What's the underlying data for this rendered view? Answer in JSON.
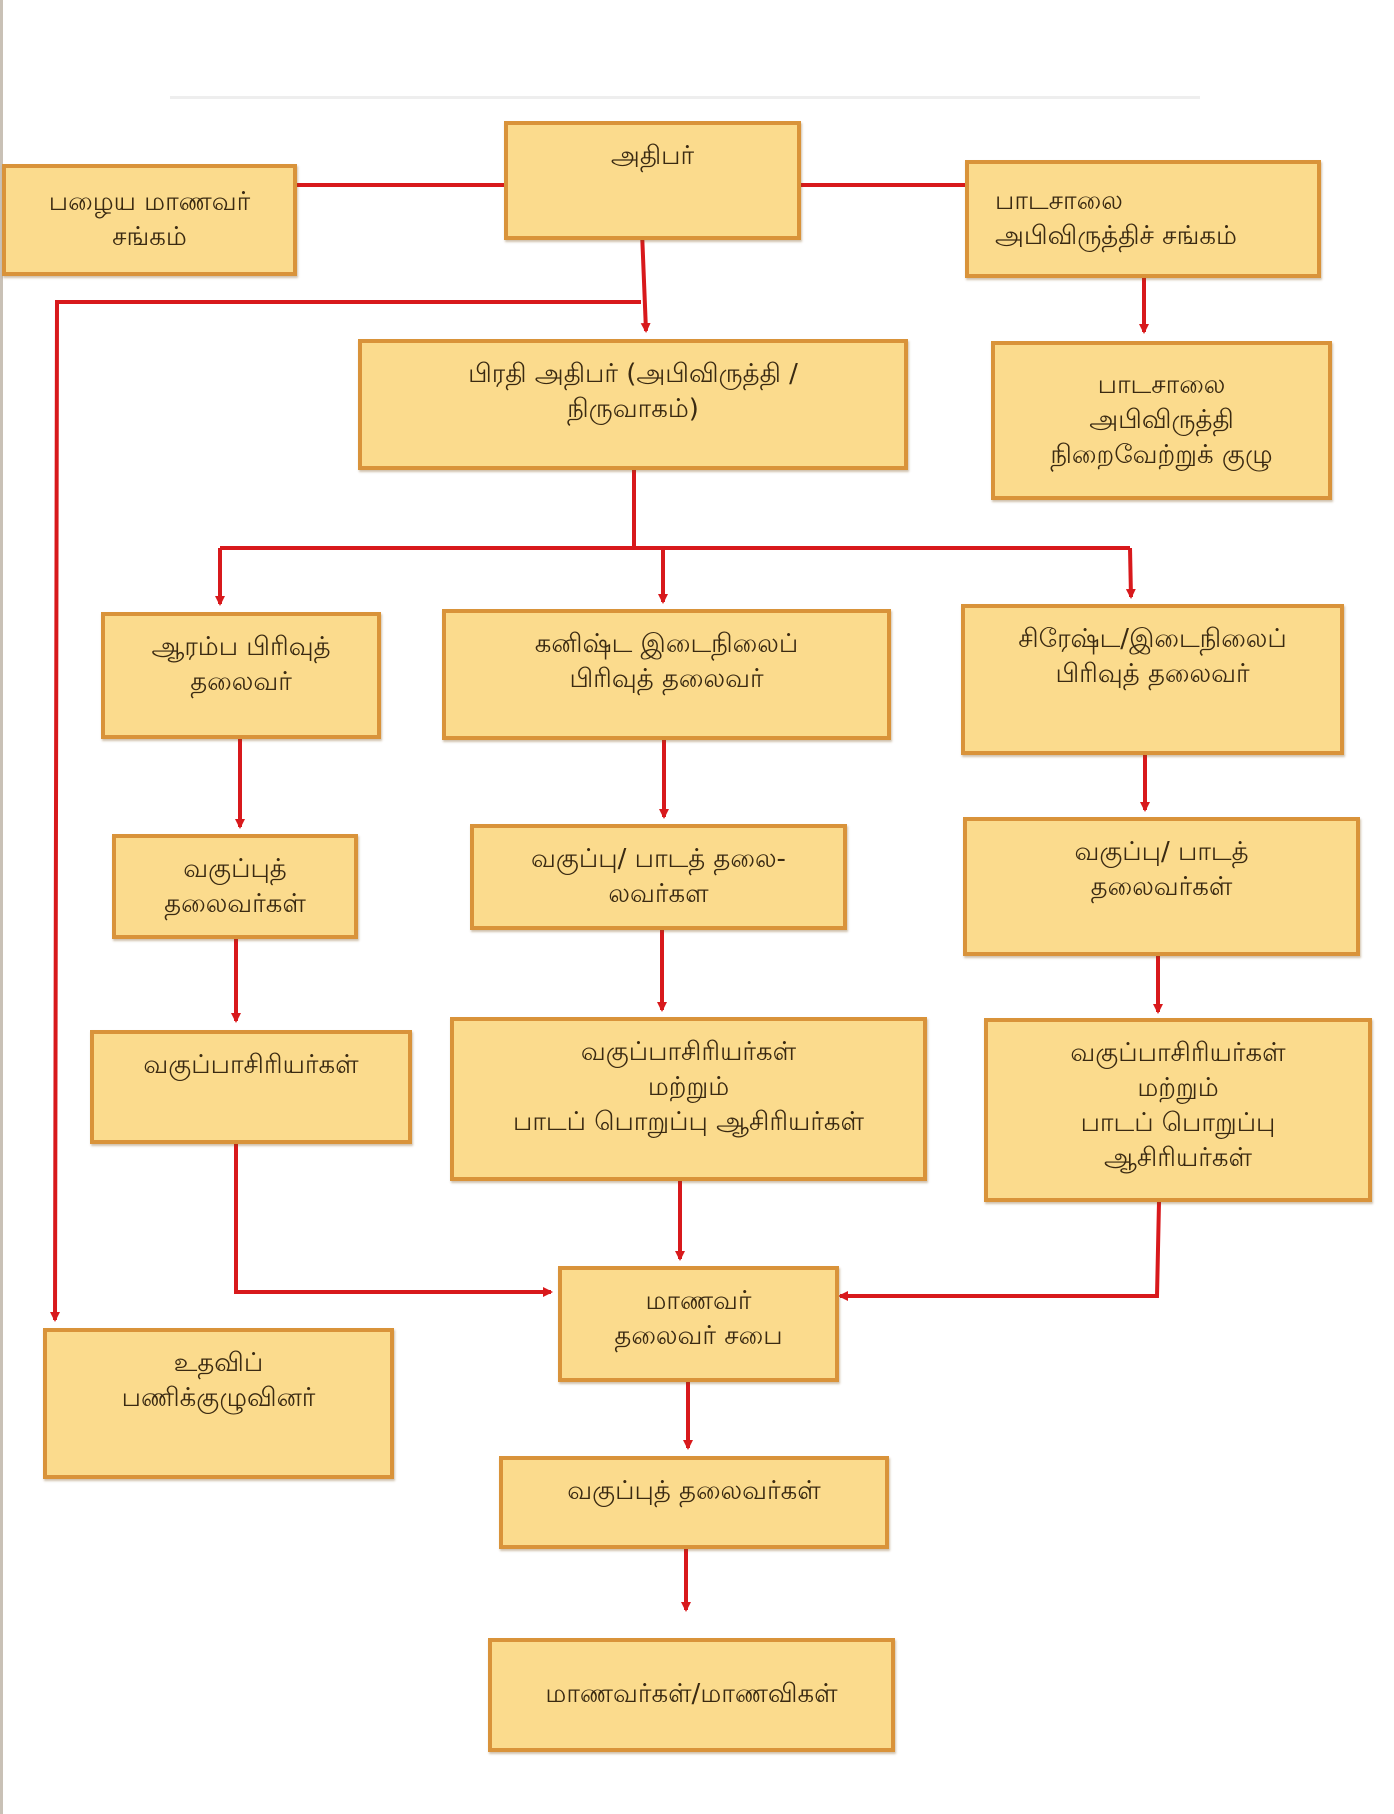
{
  "diagram": {
    "colors": {
      "box_fill": "#fbdb8d",
      "box_border": "#d9933a",
      "arrow": "#d8191c"
    },
    "nodes": {
      "principal": "அதிபர்",
      "old_students_association": "பழைய மாணவர்\nசங்கம்",
      "school_development_society": "பாடசாலை\nஅபிவிருத்திச் சங்கம்",
      "deputy_principal": "பிரதி அதிபர் (அபிவிருத்தி /\nநிருவாகம்)",
      "school_development_executive_committee": "பாடசாலை\nஅபிவிருத்தி\nநிறைவேற்றுக் குழு",
      "primary_section_head": "ஆரம்ப பிரிவுத்\nதலைவர்",
      "junior_secondary_section_head": "கனிஷ்ட இடைநிலைப்\nபிரிவுத் தலைவர்",
      "senior_secondary_section_head": "சிரேஷ்ட/இடைநிலைப்\nபிரிவுத் தலைவர்",
      "primary_grade_heads": "வகுப்புத்\nதலைவர்கள்",
      "junior_grade_subject_heads": "வகுப்பு/ பாடத் தலை-\nலவர்கள",
      "senior_grade_subject_heads": "வகுப்பு/ பாடத்\nதலைவர்கள்",
      "primary_class_teachers": "வகுப்பாசிரியர்கள்",
      "junior_class_subject_teachers": "வகுப்பாசிரியர்கள்\nமற்றும்\nபாடப் பொறுப்பு ஆசிரியர்கள்",
      "senior_class_subject_teachers": "வகுப்பாசிரியர்கள்\nமற்றும்\nபாடப் பொறுப்பு\nஆசிரியர்கள்",
      "support_staff": "உதவிப்\nபணிக்குழுவினர்",
      "student_leaders_council": "மாணவர்\nதலைவர் சபை",
      "class_leaders": "வகுப்புத் தலைவர்கள்",
      "students": "மாணவர்கள்/மாணவிகள்"
    }
  }
}
